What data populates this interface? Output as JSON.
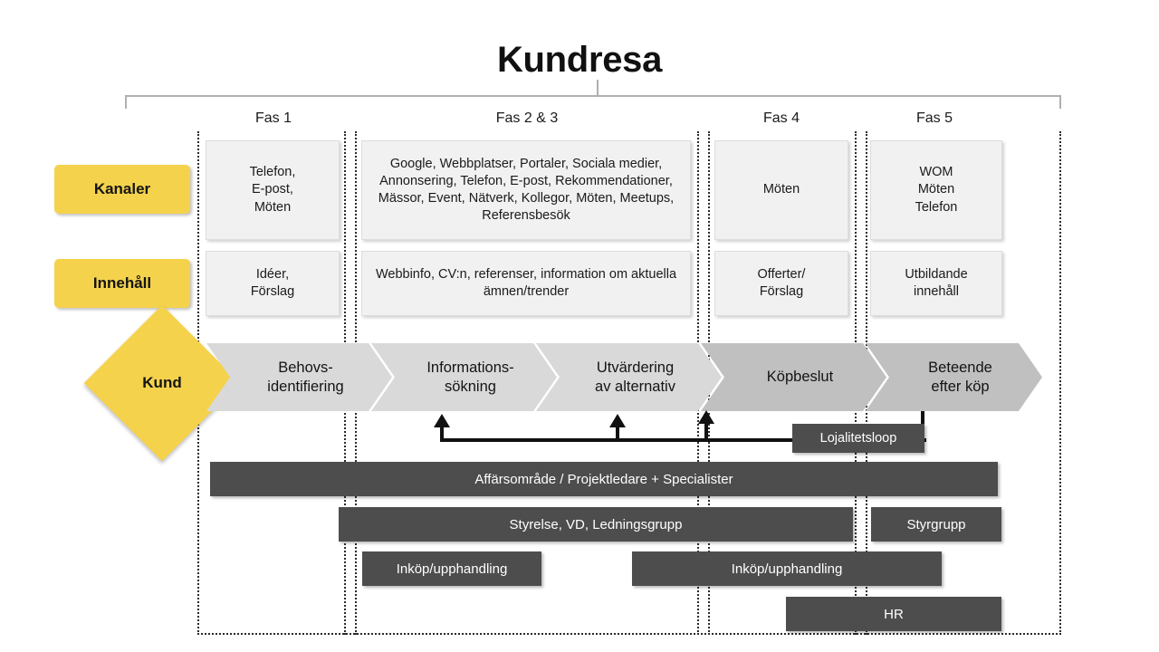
{
  "title": "Kundresa",
  "phases": [
    {
      "label": "Fas 1"
    },
    {
      "label": "Fas 2 & 3"
    },
    {
      "label": "Fas 4"
    },
    {
      "label": "Fas 5"
    }
  ],
  "row_labels": {
    "channels": "Kanaler",
    "content": "Innehåll",
    "customer": "Kund"
  },
  "channels": [
    {
      "text": "Telefon,\nE-post,\nMöten"
    },
    {
      "text": "Google, Webbplatser, Portaler, Sociala medier, Annonsering, Telefon, E-post, Rekommendationer, Mässor, Event, Nätverk, Kollegor, Möten, Meetups, Referensbesök"
    },
    {
      "text": "Möten"
    },
    {
      "text": "WOM\nMöten\nTelefon"
    }
  ],
  "content": [
    {
      "text": "Idéer,\nFörslag"
    },
    {
      "text": "Webbinfo, CV:n, referenser, information om aktuella ämnen/trender"
    },
    {
      "text": "Offerter/\nFörslag"
    },
    {
      "text": "Utbildande\ninnehåll"
    }
  ],
  "stages": [
    {
      "text": "Behovs-\nidentifiering",
      "tone": "light"
    },
    {
      "text": "Informations-\nsökning",
      "tone": "light"
    },
    {
      "text": "Utvärdering\nav alternativ",
      "tone": "light"
    },
    {
      "text": "Köpbeslut",
      "tone": "dark"
    },
    {
      "text": "Beteende\nefter köp",
      "tone": "dark"
    }
  ],
  "loop": {
    "label": "Lojalitetsloop"
  },
  "roles": [
    {
      "text": "Affärsområde / Projektledare + Specialister"
    },
    {
      "text": "Styrelse, VD, Ledningsgrupp"
    },
    {
      "text": "Styrgrupp"
    },
    {
      "text": "Inköp/upphandling"
    },
    {
      "text": "Inköp/upphandling"
    },
    {
      "text": "HR"
    }
  ],
  "colors": {
    "accent_yellow": "#f5d24c",
    "stage_light": "#d9d9d9",
    "stage_dark": "#c0c0c0",
    "card_bg": "#f1f1f1",
    "bar_dark": "#4d4d4d",
    "line_black": "#111111",
    "grid_dot": "#2b2b2b"
  }
}
